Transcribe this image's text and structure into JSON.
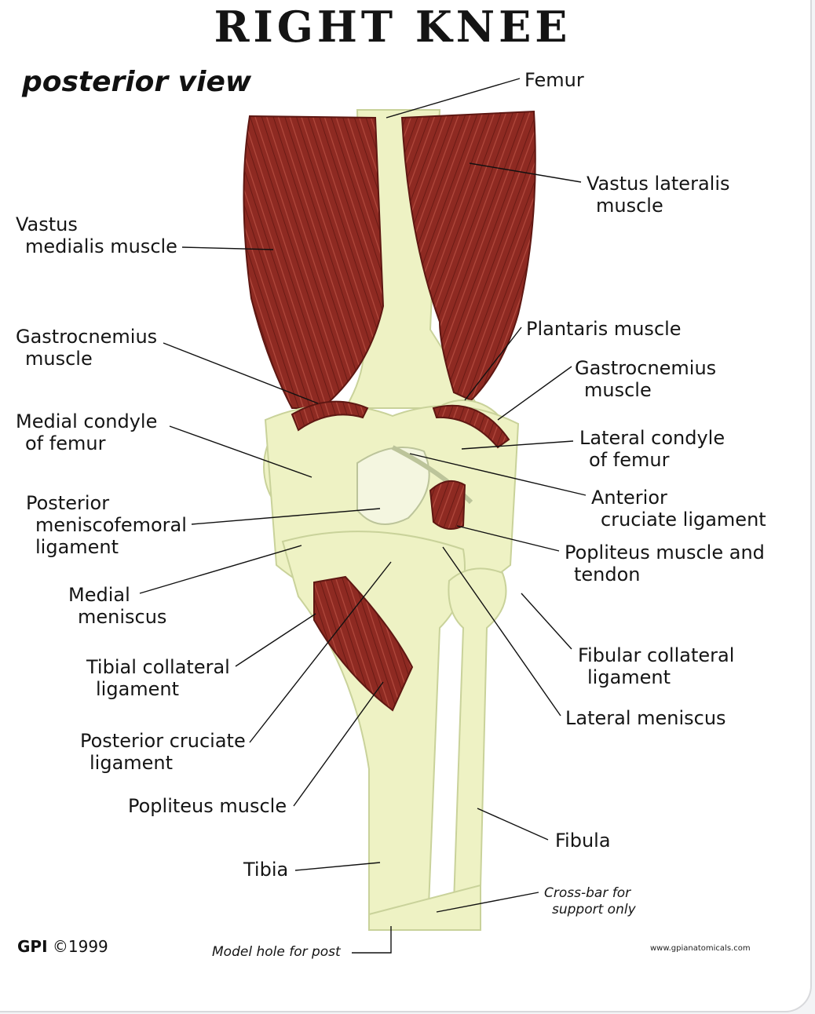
{
  "title": "RIGHT KNEE",
  "subtitle": "posterior view",
  "labels": {
    "femur": "Femur",
    "vastus_lateralis": [
      "Vastus lateralis",
      "muscle"
    ],
    "vastus_medialis": [
      "Vastus",
      "medialis muscle"
    ],
    "plantaris": "Plantaris muscle",
    "gastrocnemius_left": [
      "Gastrocnemius",
      "muscle"
    ],
    "gastrocnemius_right": [
      "Gastrocnemius",
      "muscle"
    ],
    "medial_condyle": [
      "Medial condyle",
      "of femur"
    ],
    "lateral_condyle": [
      "Lateral condyle",
      "of femur"
    ],
    "anterior_cruciate": [
      "Anterior",
      "cruciate ligament"
    ],
    "posterior_meniscofemoral": [
      "Posterior",
      "meniscofemoral",
      "ligament"
    ],
    "popliteus_tendon": [
      "Popliteus muscle and",
      "tendon"
    ],
    "medial_meniscus": [
      "Medial",
      "meniscus"
    ],
    "fibular_collateral": [
      "Fibular collateral",
      "ligament"
    ],
    "tibial_collateral": [
      "Tibial collateral",
      "ligament"
    ],
    "lateral_meniscus": "Lateral meniscus",
    "posterior_cruciate": [
      "Posterior cruciate",
      "ligament"
    ],
    "popliteus_muscle": "Popliteus muscle",
    "fibula": "Fibula",
    "tibia": "Tibia",
    "crossbar": [
      "Cross-bar for",
      "support only"
    ],
    "model_hole": "Model hole for post"
  },
  "footer": {
    "brand": "GPI",
    "copyright": "©1999",
    "url": "www.gpianatomicals.com"
  },
  "colors": {
    "bone": "#eef2c4",
    "bone_shadow": "#c9d29a",
    "muscle": "#8e2a22",
    "muscle_dark": "#5e1712",
    "line": "#111111"
  }
}
